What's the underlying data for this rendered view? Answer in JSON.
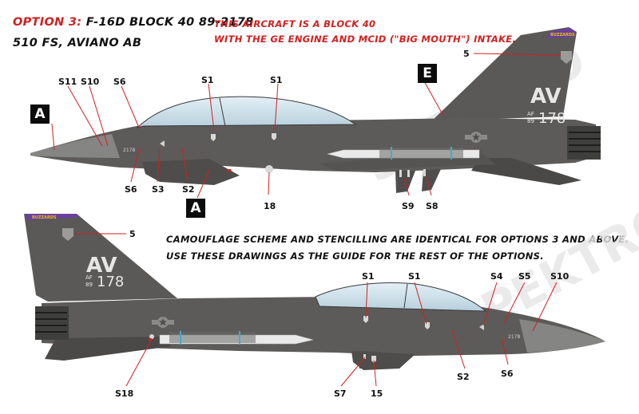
{
  "header": {
    "option": "OPTION 3:",
    "aircraft": "F-16D BLOCK 40 89-2178",
    "unit": "510 FS, AVIANO AB"
  },
  "notes": {
    "red_line1": "THIS AIRCRAFT IS A BLOCK 40",
    "red_line2": "WITH THE GE ENGINE AND MCID (\"BIG MOUTH\") INTAKE.",
    "camo_line1": "CAMOUFLAGE SCHEME AND STENCILLING ARE IDENTICAL FOR OPTIONS 3 AND ABOVE.",
    "camo_line2": "USE THESE DRAWINGS AS THE GUIDE FOR THE REST OF THE OPTIONS."
  },
  "boxes": {
    "a_nose": "A",
    "a_intake": "A",
    "e_spine": "E"
  },
  "tail_markings": {
    "code": "AV",
    "af": "AF",
    "year": "89",
    "serial": "178",
    "fin_band": "BUZZARDS"
  },
  "top_view_callouts": {
    "s11": "S11",
    "s10": "S10",
    "s6_upper": "S6",
    "s1_left": "S1",
    "s1_right": "S1",
    "s6_lower": "S6",
    "s3": "S3",
    "s2": "S2",
    "n18": "18",
    "s9": "S9",
    "s8": "S8",
    "n5": "5"
  },
  "bottom_view_callouts": {
    "n5": "5",
    "s1_left": "S1",
    "s1_right": "S1",
    "s4": "S4",
    "s5": "S5",
    "s10": "S10",
    "s2": "S2",
    "s6": "S6",
    "s18": "S18",
    "s7": "S7",
    "n15": "15"
  },
  "stencil_small": "2178",
  "watermark": "SPEKTRO",
  "colors": {
    "airframe": "#5c5b59",
    "airframe_dark": "#4b4a48",
    "canopy": "#cfe3ee",
    "accent_red": "#d21f1f",
    "label_text": "#111111",
    "missile": "#e9e9e9",
    "fin_band": "#6b3fa0"
  }
}
